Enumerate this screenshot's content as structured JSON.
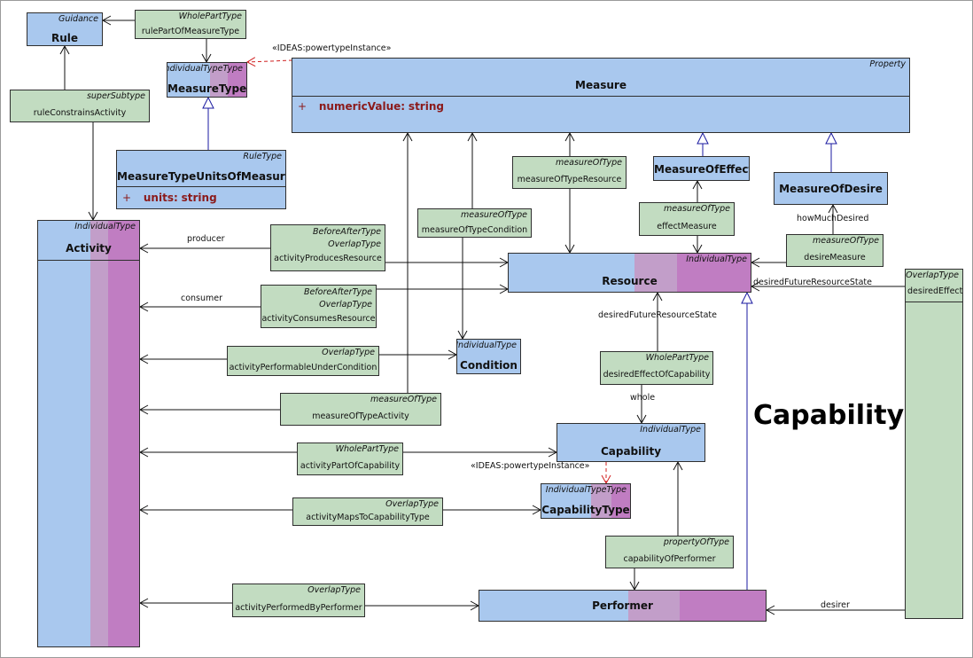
{
  "diagram_title": "Capability",
  "classes": {
    "rule": {
      "stereotype": "Guidance",
      "name": "Rule"
    },
    "measure_type": {
      "stereotype": "IndividualTypeType",
      "name": "MeasureType"
    },
    "measure": {
      "stereotype": "Property",
      "name": "Measure",
      "attr_marker": "+",
      "attr_name": "numericValue:",
      "attr_type": "string"
    },
    "measure_type_units": {
      "stereotype": "RuleType",
      "name": "MeasureTypeUnitsOfMeasure",
      "attr_marker": "+",
      "attr_name": "units:",
      "attr_type": "string"
    },
    "activity": {
      "stereotype": "IndividualType",
      "name": "Activity"
    },
    "measure_of_effect": {
      "name": "MeasureOfEffect"
    },
    "measure_of_desire": {
      "name": "MeasureOfDesire"
    },
    "resource": {
      "stereotype": "IndividualType",
      "name": "Resource"
    },
    "condition": {
      "stereotype": "IndividualType",
      "name": "Condition"
    },
    "capability": {
      "stereotype": "IndividualType",
      "name": "Capability"
    },
    "capability_type": {
      "stereotype": "IndividualTypeType",
      "name": "CapabilityType"
    },
    "performer": {
      "name": "Performer"
    }
  },
  "associations": {
    "rule_part_of_measure_type": {
      "stereotype": "WholePartType",
      "name": "rulePartOfMeasureType"
    },
    "rule_constrains_activity": {
      "stereotype": "superSubtype",
      "name": "ruleConstrainsActivity"
    },
    "measure_of_type_resource": {
      "stereotype": "measureOfType",
      "name": "measureOfTypeResource"
    },
    "measure_of_type_condition": {
      "stereotype": "measureOfType",
      "name": "measureOfTypeCondition"
    },
    "effect_measure": {
      "stereotype": "measureOfType",
      "name": "effectMeasure"
    },
    "desire_measure": {
      "stereotype": "measureOfType",
      "name": "desireMeasure"
    },
    "activity_produces_resource": {
      "stereotype1": "BeforeAfterType",
      "stereotype2": "OverlapType",
      "name": "activityProducesResource"
    },
    "activity_consumes_resource": {
      "stereotype1": "BeforeAfterType",
      "stereotype2": "OverlapType",
      "name": "activityConsumesResource"
    },
    "desired_effect": {
      "stereotype": "OverlapType",
      "name": "desiredEffect"
    },
    "activity_performable_under_condition": {
      "stereotype": "OverlapType",
      "name": "activityPerformableUnderCondition"
    },
    "desired_effect_of_capability": {
      "stereotype": "WholePartType",
      "name": "desiredEffectOfCapability"
    },
    "measure_of_type_activity": {
      "stereotype": "measureOfType",
      "name": "measureOfTypeActivity"
    },
    "activity_part_of_capability": {
      "stereotype": "WholePartType",
      "name": "activityPartOfCapability"
    },
    "activity_maps_to_capability_type": {
      "stereotype": "OverlapType",
      "name": "activityMapsToCapabilityType"
    },
    "capability_of_performer": {
      "stereotype": "propertyOfType",
      "name": "capabilityOfPerformer"
    },
    "activity_performed_by_performer": {
      "stereotype": "OverlapType",
      "name": "activityPerformedByPerformer"
    }
  },
  "edge_labels": {
    "powertype_instance_1": "«IDEAS:powertypeInstance»",
    "powertype_instance_2": "«IDEAS:powertypeInstance»",
    "producer": "producer",
    "consumer": "consumer",
    "how_much_desired": "howMuchDesired",
    "desired_future_resource_state_1": "desiredFutureResourceState",
    "desired_future_resource_state_2": "desiredFutureResourceState",
    "whole": "whole",
    "desirer": "desirer"
  },
  "colors": {
    "class_fill": "#a9c8ee",
    "association_fill": "#c2dcc1",
    "type_band_light": "#c29ec9",
    "type_band_dark": "#c07dc2",
    "powertype_edge": "#d02020",
    "generalization_edge": "#1a1aa0"
  }
}
